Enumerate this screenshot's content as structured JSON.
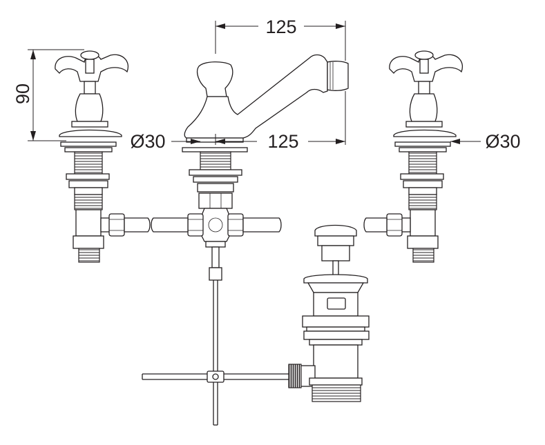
{
  "dimensions": {
    "top_width": "125",
    "spout_reach": "125",
    "height": "90",
    "left_diameter": "Ø30",
    "right_diameter": "Ø30"
  }
}
